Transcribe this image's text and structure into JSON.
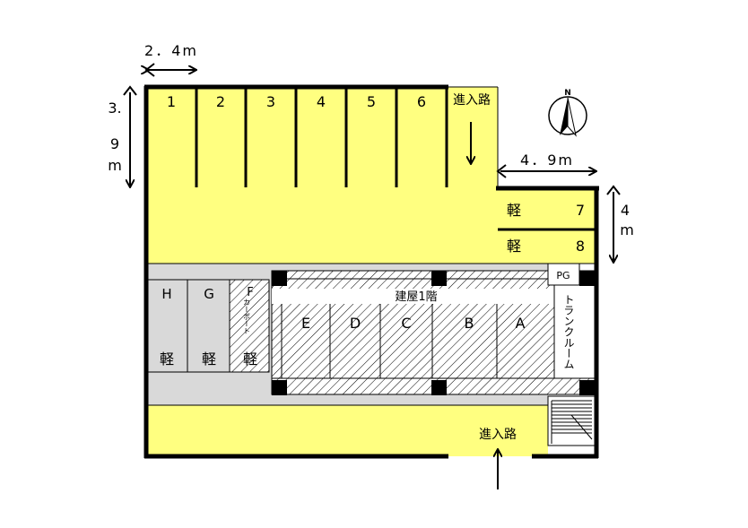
{
  "dimensions": {
    "slot_width": "2．4m",
    "slot_depth_top": "3.",
    "slot_depth_mid": "9",
    "slot_depth_unit": "m",
    "right_width": "4．9m",
    "right_depth_num": "4",
    "right_depth_unit": "m"
  },
  "slots_top": [
    "1",
    "2",
    "3",
    "4",
    "5",
    "6"
  ],
  "entrance_top": "進入路",
  "entrance_bottom": "進入路",
  "kei_slots": [
    {
      "label": "軽",
      "number": "7"
    },
    {
      "label": "軽",
      "number": "8"
    }
  ],
  "pg_label": "PG",
  "left_slots": [
    {
      "letter": "H",
      "kind": "軽"
    },
    {
      "letter": "G",
      "kind": "軽"
    },
    {
      "letter": "F",
      "kind": "軽",
      "note": "カーポート"
    }
  ],
  "building_label": "建屋1階",
  "building_slots": [
    "E",
    "D",
    "C",
    "B",
    "A"
  ],
  "trunk_room_label": "トランクルーム",
  "north_label": "N",
  "colors": {
    "lot": "#ffff80",
    "aisle": "#d9d9d9",
    "wall": "#000000"
  }
}
